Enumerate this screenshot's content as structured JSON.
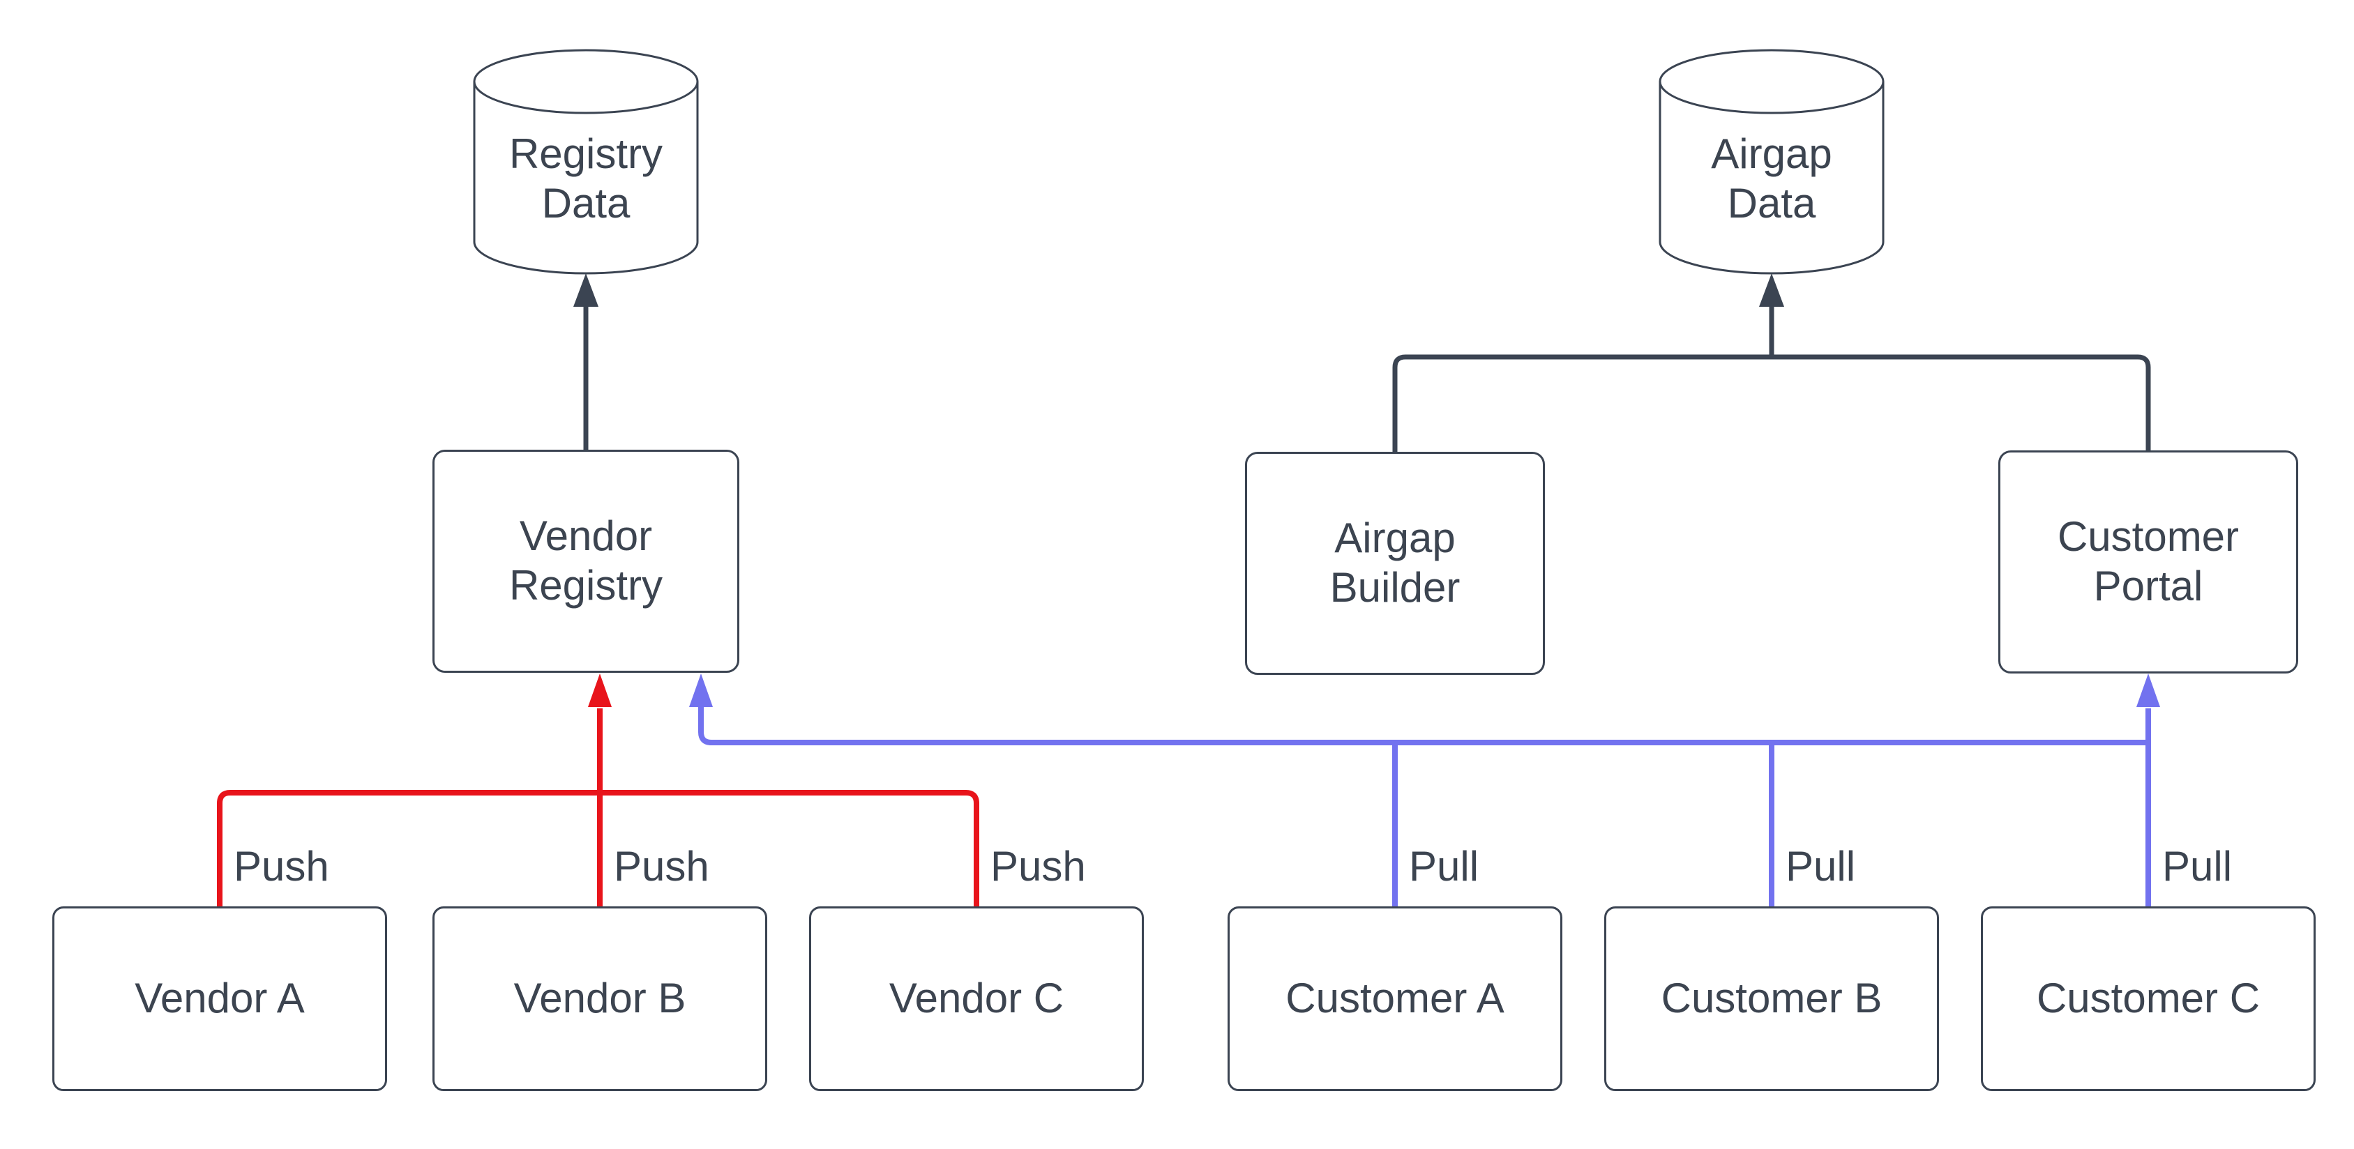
{
  "diagram": {
    "background": "#ffffff",
    "colors": {
      "node_stroke": "#3b4452",
      "text": "#3c4450",
      "dark_edge": "#3b4452",
      "push_edge": "#e8141b",
      "pull_edge": "#7272ef"
    },
    "nodes": {
      "registry_data": {
        "label": "Registry\nData",
        "shape": "cylinder"
      },
      "airgap_data": {
        "label": "Airgap\nData",
        "shape": "cylinder"
      },
      "vendor_registry": {
        "label": "Vendor\nRegistry",
        "shape": "rounded-rect"
      },
      "airgap_builder": {
        "label": "Airgap\nBuilder",
        "shape": "rounded-rect"
      },
      "customer_portal": {
        "label": "Customer\nPortal",
        "shape": "rounded-rect"
      },
      "vendor_a": {
        "label": "Vendor A",
        "shape": "rounded-rect"
      },
      "vendor_b": {
        "label": "Vendor B",
        "shape": "rounded-rect"
      },
      "vendor_c": {
        "label": "Vendor C",
        "shape": "rounded-rect"
      },
      "customer_a": {
        "label": "Customer A",
        "shape": "rounded-rect"
      },
      "customer_b": {
        "label": "Customer B",
        "shape": "rounded-rect"
      },
      "customer_c": {
        "label": "Customer C",
        "shape": "rounded-rect"
      }
    },
    "edge_labels": {
      "push_a": "Push",
      "push_b": "Push",
      "push_c": "Push",
      "pull_a": "Pull",
      "pull_b": "Pull",
      "pull_c": "Pull"
    }
  }
}
